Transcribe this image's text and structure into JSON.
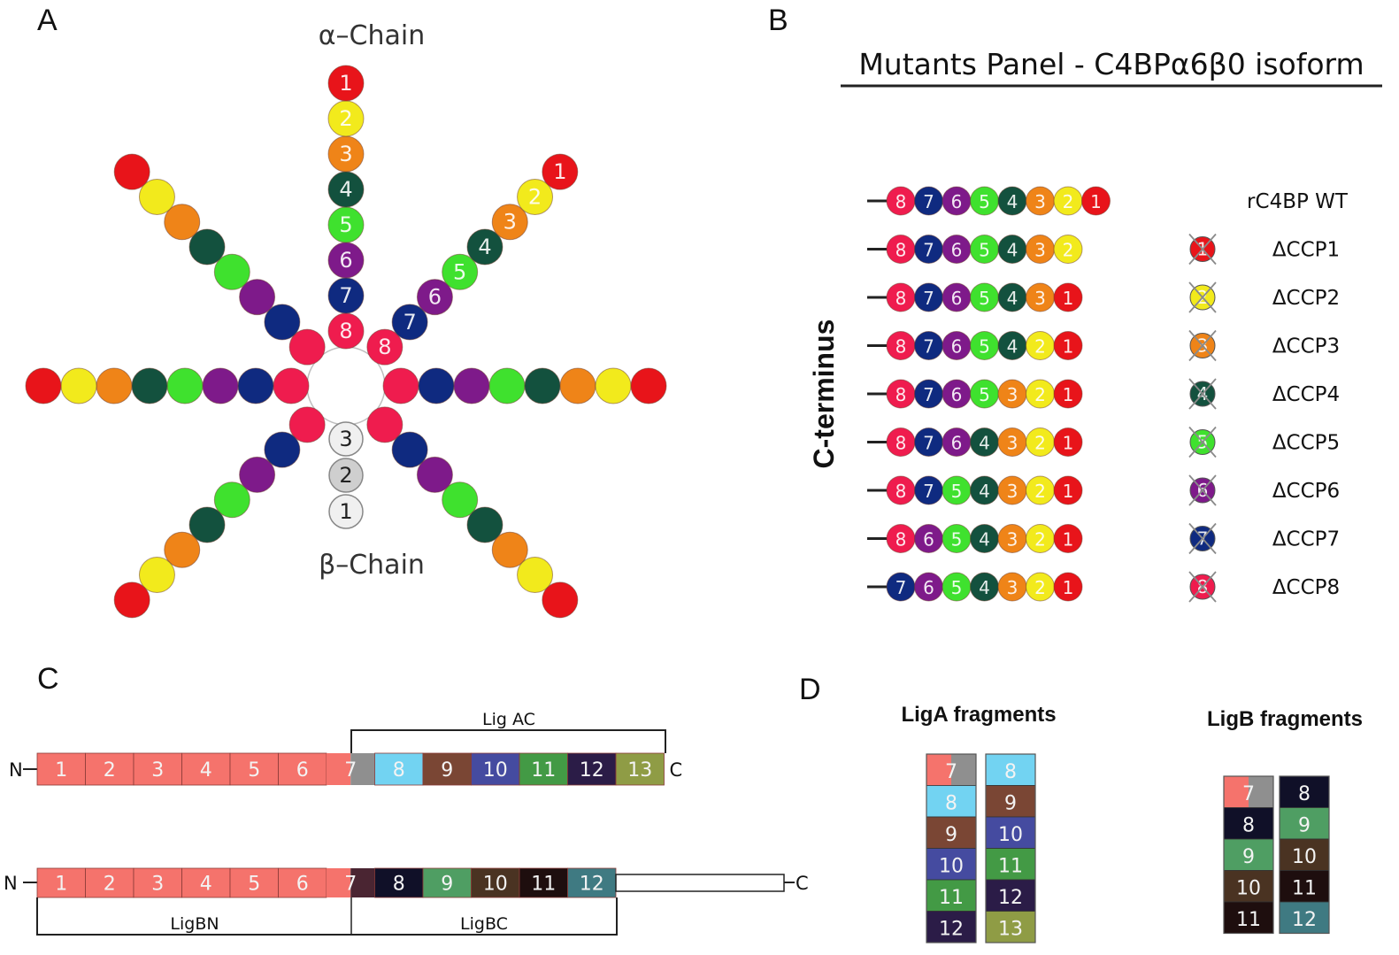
{
  "figure": {
    "panels": {
      "A": "A",
      "B": "B",
      "C": "C",
      "D": "D"
    },
    "palette": {
      "ccp1": "#e8141a",
      "ccp2": "#f2ea1c",
      "ccp3": "#ef8418",
      "ccp4": "#13513e",
      "ccp5": "#3fe12e",
      "ccp6": "#7e1a8a",
      "ccp7": "#0f2a80",
      "ccp8": "#ef1c4e",
      "beta": "#e8e8e8"
    },
    "panel_a": {
      "alpha_label": "α–Chain",
      "beta_label": "β–Chain",
      "alpha_arm_numbers": [
        "1",
        "2",
        "3",
        "4",
        "5",
        "6",
        "7",
        "8"
      ],
      "alpha_arm_count": 7,
      "beta_numbers": [
        "3",
        "2",
        "1"
      ]
    },
    "panel_b": {
      "title": "Mutants Panel - C4BPα6β0 isoform",
      "axis_label": "C-terminus",
      "rows": [
        {
          "label": "rC4BP WT",
          "beads": [
            8,
            7,
            6,
            5,
            4,
            3,
            2,
            1
          ],
          "deleted": null
        },
        {
          "label": "ΔCCP1",
          "beads": [
            8,
            7,
            6,
            5,
            4,
            3,
            2
          ],
          "deleted": 1
        },
        {
          "label": "ΔCCP2",
          "beads": [
            8,
            7,
            6,
            5,
            4,
            3,
            1
          ],
          "deleted": 2
        },
        {
          "label": "ΔCCP3",
          "beads": [
            8,
            7,
            6,
            5,
            4,
            2,
            1
          ],
          "deleted": 3
        },
        {
          "label": "ΔCCP4",
          "beads": [
            8,
            7,
            6,
            5,
            3,
            2,
            1
          ],
          "deleted": 4
        },
        {
          "label": "ΔCCP5",
          "beads": [
            8,
            7,
            6,
            4,
            3,
            2,
            1
          ],
          "deleted": 5
        },
        {
          "label": "ΔCCP6",
          "beads": [
            8,
            7,
            5,
            4,
            3,
            2,
            1
          ],
          "deleted": 6
        },
        {
          "label": "ΔCCP7",
          "beads": [
            8,
            6,
            5,
            4,
            3,
            2,
            1
          ],
          "deleted": 7
        },
        {
          "label": "ΔCCP8",
          "beads": [
            7,
            6,
            5,
            4,
            3,
            2,
            1
          ],
          "deleted": 8
        }
      ]
    },
    "panel_c": {
      "n_label": "N",
      "c_label": "C",
      "liga": {
        "bracket_label": "Lig AC",
        "domains": [
          {
            "n": "1",
            "color": "#f5736c"
          },
          {
            "n": "2",
            "color": "#f5736c"
          },
          {
            "n": "3",
            "color": "#f5736c"
          },
          {
            "n": "4",
            "color": "#f5736c"
          },
          {
            "n": "5",
            "color": "#f5736c"
          },
          {
            "n": "6",
            "color": "#f5736c"
          },
          {
            "n": "7",
            "color": "#f5736c",
            "color2": "#8f8f8f"
          },
          {
            "n": "8",
            "color": "#72d3f2"
          },
          {
            "n": "9",
            "color": "#7a4634"
          },
          {
            "n": "10",
            "color": "#454ba0"
          },
          {
            "n": "11",
            "color": "#439a45"
          },
          {
            "n": "12",
            "color": "#2b1c47"
          },
          {
            "n": "13",
            "color": "#8f9c45"
          }
        ]
      },
      "ligb": {
        "bracket_labels": [
          "LigBN",
          "LigBC"
        ],
        "domains": [
          {
            "n": "1",
            "color": "#f5736c"
          },
          {
            "n": "2",
            "color": "#f5736c"
          },
          {
            "n": "3",
            "color": "#f5736c"
          },
          {
            "n": "4",
            "color": "#f5736c"
          },
          {
            "n": "5",
            "color": "#f5736c"
          },
          {
            "n": "6",
            "color": "#f5736c"
          },
          {
            "n": "7",
            "color": "#f5736c",
            "color2": "#4a2532"
          },
          {
            "n": "8",
            "color": "#101028"
          },
          {
            "n": "9",
            "color": "#4f9e63"
          },
          {
            "n": "10",
            "color": "#4a3322"
          },
          {
            "n": "11",
            "color": "#1e0e0e"
          },
          {
            "n": "12",
            "color": "#3f7a82"
          }
        ]
      }
    },
    "panel_d": {
      "liga_title": "LigA fragments",
      "ligb_title": "LigB fragments",
      "liga_columns": [
        [
          {
            "n": "7",
            "color": "#f5736c",
            "color2": "#8f8f8f"
          },
          {
            "n": "8",
            "color": "#72d3f2"
          },
          {
            "n": "9",
            "color": "#7a4634"
          },
          {
            "n": "10",
            "color": "#454ba0"
          },
          {
            "n": "11",
            "color": "#439a45"
          },
          {
            "n": "12",
            "color": "#2b1c47"
          }
        ],
        [
          {
            "n": "8",
            "color": "#72d3f2"
          },
          {
            "n": "9",
            "color": "#7a4634"
          },
          {
            "n": "10",
            "color": "#454ba0"
          },
          {
            "n": "11",
            "color": "#439a45"
          },
          {
            "n": "12",
            "color": "#2b1c47"
          },
          {
            "n": "13",
            "color": "#8f9c45"
          }
        ]
      ],
      "ligb_columns": [
        [
          {
            "n": "7",
            "color": "#f5736c",
            "color2": "#8f8f8f"
          },
          {
            "n": "8",
            "color": "#101028"
          },
          {
            "n": "9",
            "color": "#4f9e63"
          },
          {
            "n": "10",
            "color": "#4a3322"
          },
          {
            "n": "11",
            "color": "#1e0e0e"
          }
        ],
        [
          {
            "n": "8",
            "color": "#101028"
          },
          {
            "n": "9",
            "color": "#4f9e63"
          },
          {
            "n": "10",
            "color": "#4a3322"
          },
          {
            "n": "11",
            "color": "#1e0e0e"
          },
          {
            "n": "12",
            "color": "#3f7a82"
          }
        ]
      ]
    }
  }
}
